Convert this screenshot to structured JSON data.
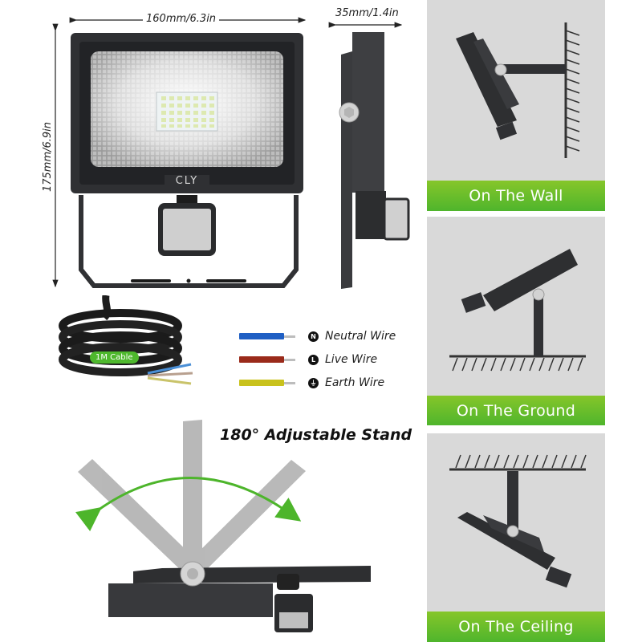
{
  "brand": "CLY",
  "dimensions": {
    "width": "160mm/6.3in",
    "depth": "35mm/1.4in",
    "height": "175mm/6.9in"
  },
  "cable": {
    "badge": "1M Cable"
  },
  "wires": [
    {
      "symbol": "N",
      "label": "Neutral Wire",
      "color": "#1f5fc4"
    },
    {
      "symbol": "L",
      "label": "Live Wire",
      "color": "#9a2a1a"
    },
    {
      "symbol": "⏚",
      "label": "Earth Wire",
      "color": "#c9c21d"
    }
  ],
  "stand": {
    "title": "180° Adjustable Stand",
    "arrow_color": "#4db52b"
  },
  "mounting_options": [
    {
      "label": "On The Wall"
    },
    {
      "label": "On The Ground"
    },
    {
      "label": "On The Ceiling"
    }
  ],
  "colors": {
    "accent_green": "#5cba2c",
    "panel_bg": "#d9d9d9",
    "housing": "#2f3033"
  }
}
